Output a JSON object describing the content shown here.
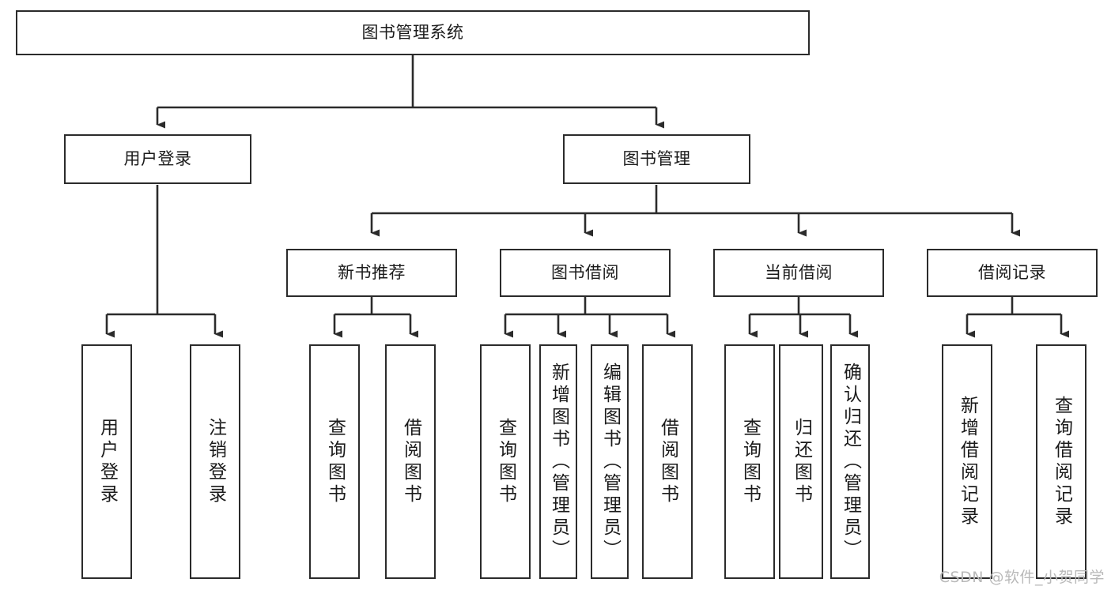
{
  "diagram": {
    "title": "图书管理系统",
    "type": "tree-hierarchy",
    "watermark": "CSDN @软件_小贺同学",
    "colors": {
      "box_border": "#2b2b2b",
      "box_fill": "#ffffff",
      "edge": "#2b2b2b",
      "text": "#1b1b1b",
      "watermark": "#b9b9b9"
    }
  },
  "nodes": {
    "root": {
      "label": "图书管理系统"
    },
    "level2": [
      {
        "label": "用户登录"
      },
      {
        "label": "图书管理"
      }
    ],
    "level3": [
      {
        "label": "新书推荐"
      },
      {
        "label": "图书借阅"
      },
      {
        "label": "当前借阅"
      },
      {
        "label": "借阅记录"
      }
    ],
    "leaves": {
      "user_login": [
        {
          "label": "用户登录"
        },
        {
          "label": "注销登录"
        }
      ],
      "new_book_recommend": [
        {
          "label": "查询图书"
        },
        {
          "label": "借阅图书"
        }
      ],
      "book_borrow": [
        {
          "label": "查询图书"
        },
        {
          "label": "新增图书（管理员）"
        },
        {
          "label": "编辑图书（管理员）"
        },
        {
          "label": "借阅图书"
        }
      ],
      "current_borrow": [
        {
          "label": "查询图书"
        },
        {
          "label": "归还图书"
        },
        {
          "label": "确认归还（管理员）"
        }
      ],
      "borrow_records": [
        {
          "label": "新增借阅记录"
        },
        {
          "label": "查询借阅记录"
        }
      ]
    }
  }
}
